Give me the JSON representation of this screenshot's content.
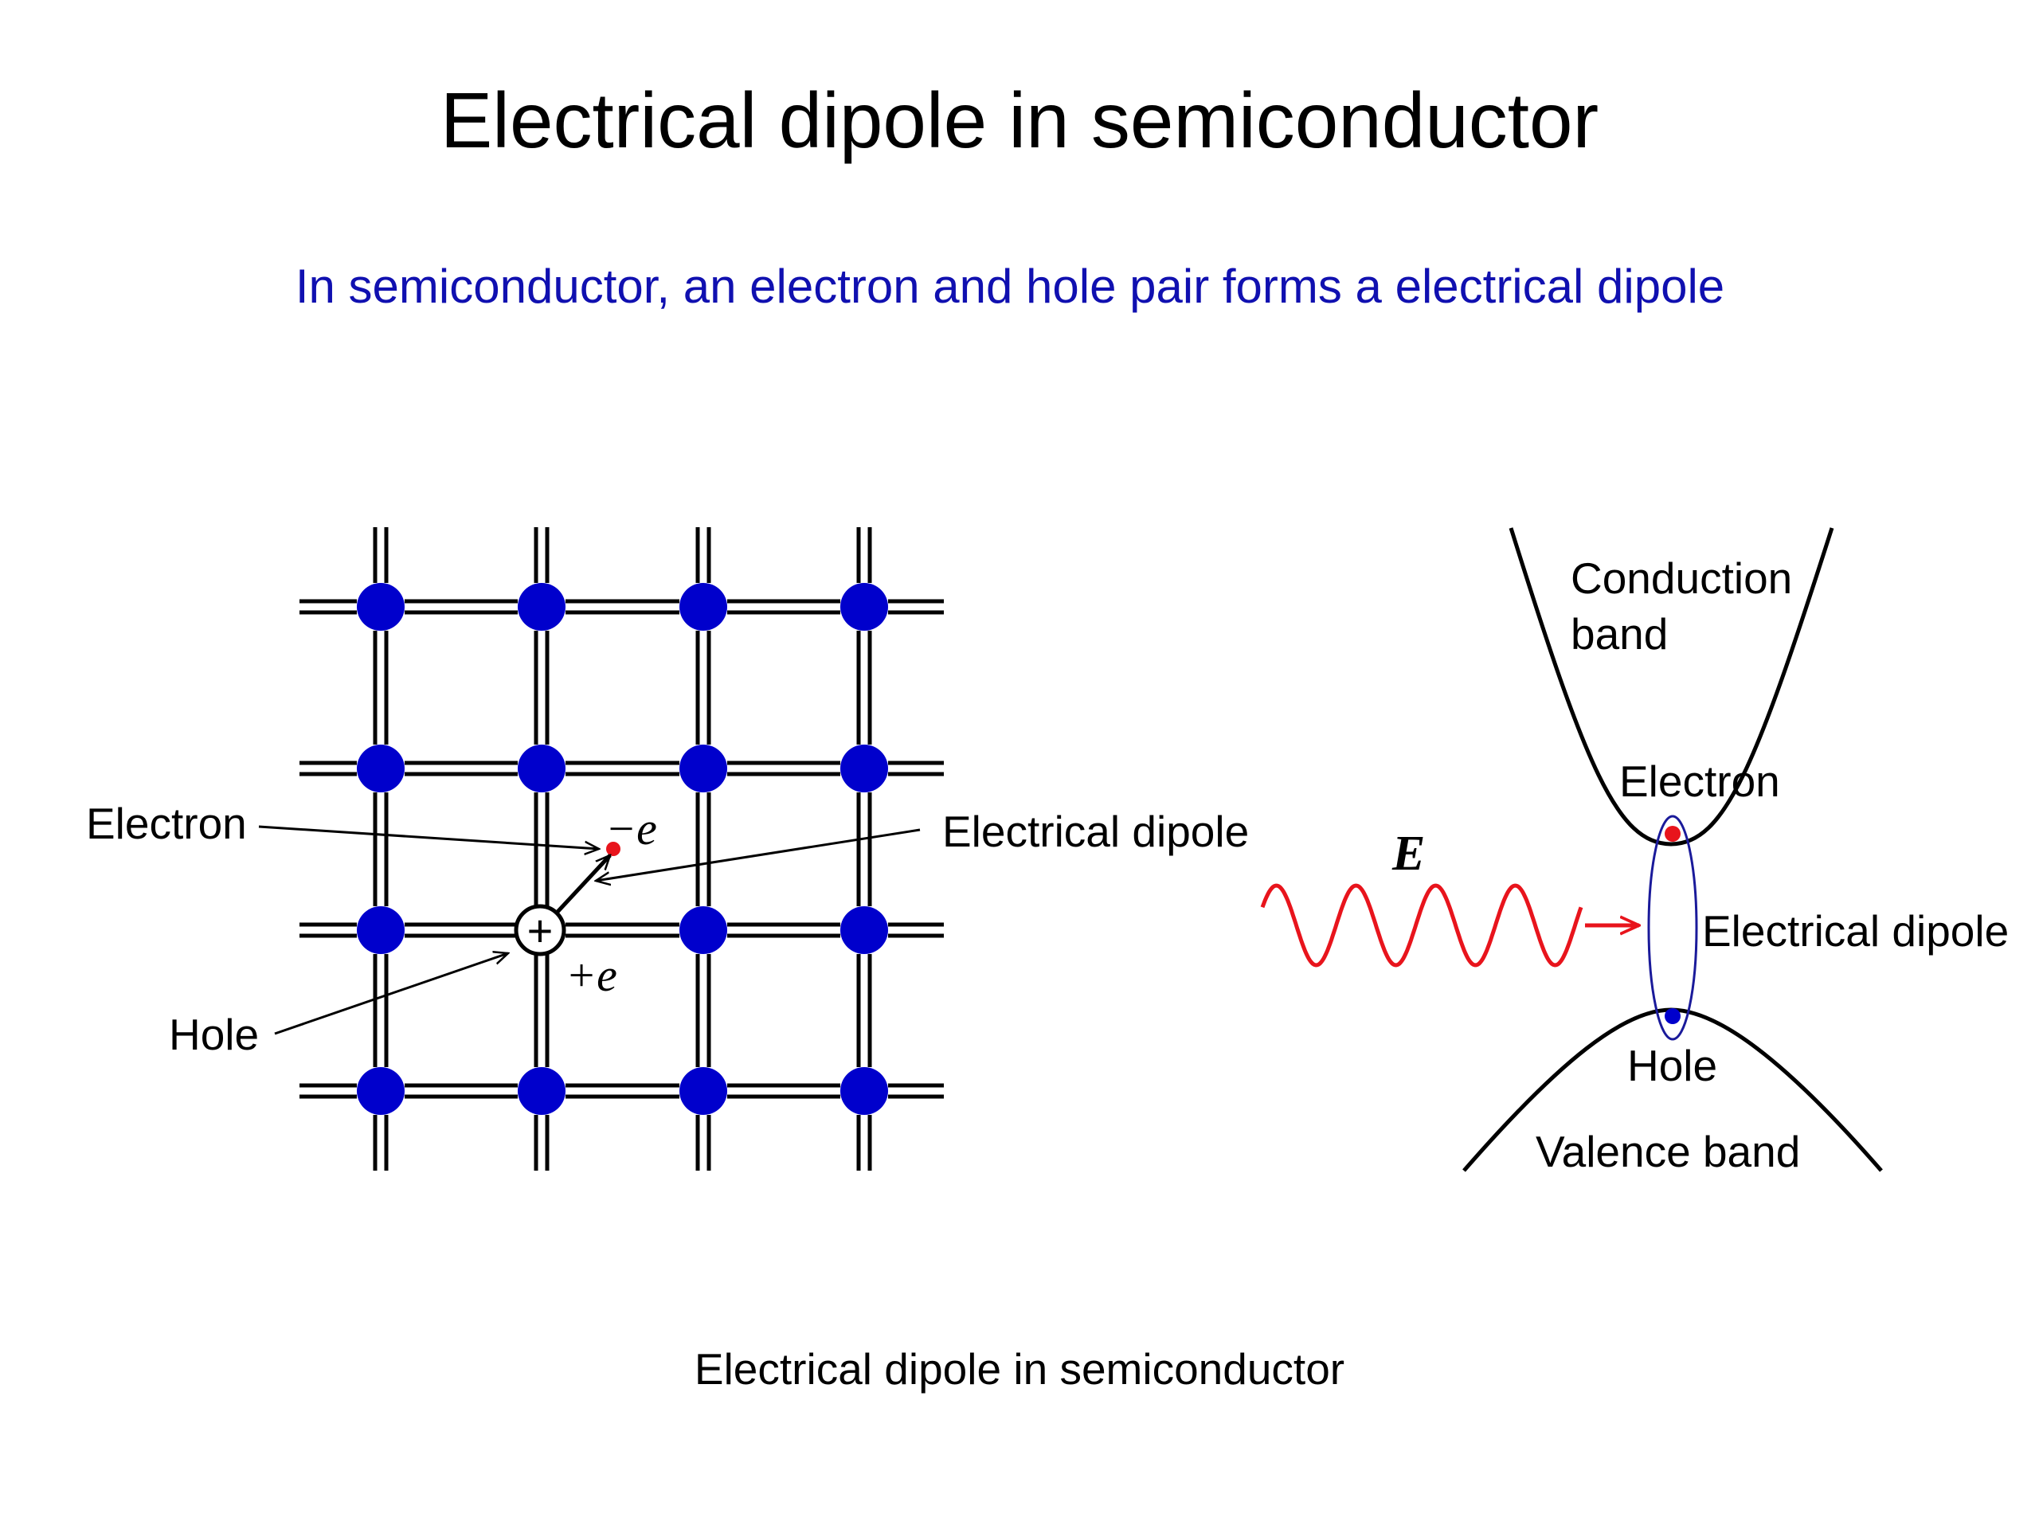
{
  "title": "Electrical dipole in semiconductor",
  "subtitle": "In semiconductor, an electron and hole pair forms a electrical dipole",
  "caption": "Electrical dipole in semiconductor",
  "lattice": {
    "electron_label": "Electron",
    "hole_label": "Hole",
    "dipole_label": "Electrical dipole",
    "minus_e": "−e",
    "plus_e": "+e",
    "hole_symbol": "+"
  },
  "band_diagram": {
    "conduction_line1": "Conduction",
    "conduction_line2": "band",
    "electron_label": "Electron",
    "dipole_label": "Electrical dipole",
    "hole_label": "Hole",
    "valence_label": "Valence band",
    "field_label": "E"
  },
  "colors": {
    "atom": "#0000cc",
    "electron": "#e8141c",
    "wave": "#e8141c",
    "subtitle": "#1010b0",
    "dipole_ellipse": "#1a1a9a"
  }
}
